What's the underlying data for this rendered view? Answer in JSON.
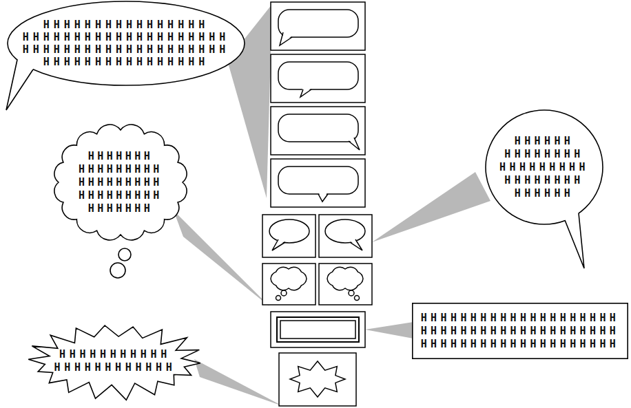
{
  "diagram": {
    "nodes": [
      {
        "text": [
          "HHHHHHHHHHHHHHHH HHHHHHHHHHHHHHHHHHHH HHHHHHHHHHHHHHHHHHHH HHHHHHHHHHHHHHHH"
        ]
      },
      {
        "text": [
          "HHHHHH HHHHHHHH HHHHHHHHH HHHHHHHH HHHHHH"
        ]
      },
      {
        "text": [
          "HHHHHHH HHHHHHHHH HHHHHHHHH HHHHHHHHH HHHHHHH"
        ]
      },
      {
        "text": [
          "HHHHHHHHHHHHHHHHHHHH HHHHHHHHHHHHHHHHHHHH HHHHHHHHHHHHHHHHHHHH"
        ]
      },
      {
        "text": [
          "HHHHHHHHHHH HHHHHHHHHHHH"
        ]
      }
    ]
  }
}
